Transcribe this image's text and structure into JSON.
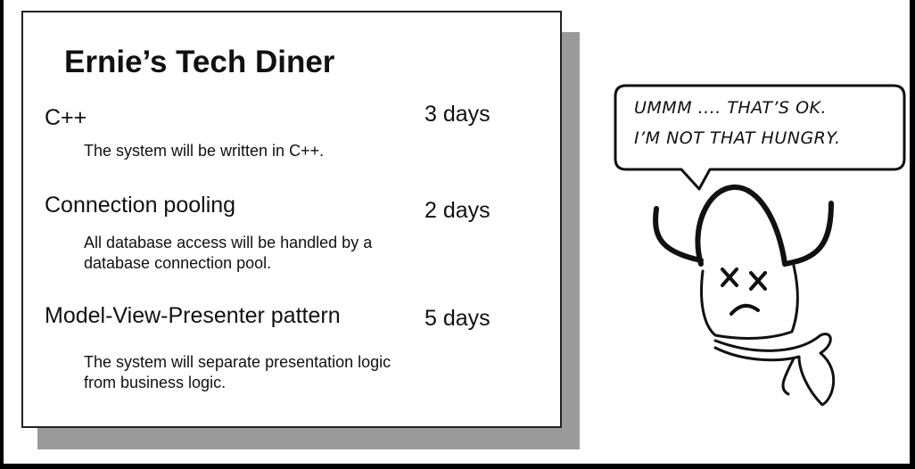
{
  "menu": {
    "title": "Ernie’s Tech Diner",
    "items": [
      {
        "name": "C++",
        "price": "3 days",
        "description": "The system will be written in C++."
      },
      {
        "name": "Connection pooling",
        "price": "2 days",
        "description": "All database access will be handled by a database connection pool."
      },
      {
        "name": "Model-View-Presenter pattern",
        "price": "5 days",
        "description": "The system will separate presentation logic from business logic."
      }
    ]
  },
  "cartoon": {
    "speech_line_1": "UMMM .... THAT’S OK.",
    "speech_line_2": "I’M NOT THAT HUNGRY."
  }
}
